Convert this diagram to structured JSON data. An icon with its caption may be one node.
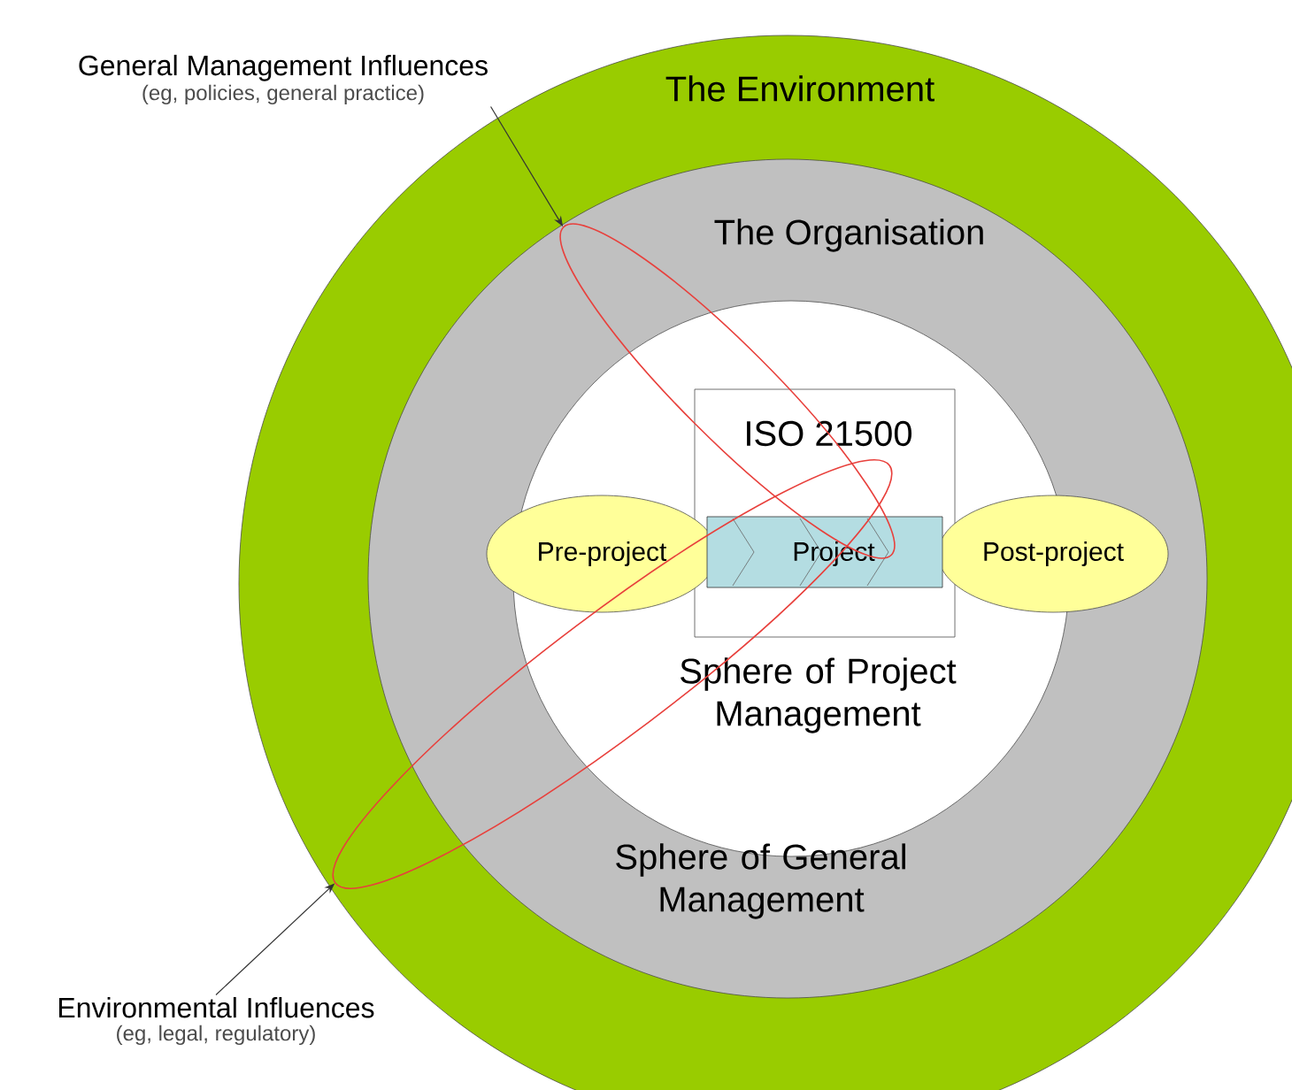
{
  "diagram": {
    "nodes": [
      {
        "text": [
          "The Environment"
        ]
      },
      {
        "text": [
          "The Organisation",
          "Sphere of General Management"
        ],
        "in": 0
      },
      {
        "text": [
          "Sphere of Project Management"
        ],
        "in": 1
      },
      {
        "text": [
          "ISO 21500"
        ],
        "in": 2
      },
      {
        "text": [
          "Pre-project"
        ],
        "in": 1
      },
      {
        "text": [
          "Project"
        ],
        "in": 3
      },
      {
        "text": [
          "Post-project"
        ],
        "in": 1
      },
      {
        "text": [
          "General Management Influences",
          "(eg, policies, general practice)"
        ]
      },
      {
        "text": [
          "Environmental Influences",
          "(eg, legal, regulatory)"
        ]
      },
      {
        "text": [],
        "shape": "ellipse",
        "in": 1
      },
      {
        "text": [],
        "shape": "ellipse",
        "in": 0
      }
    ],
    "edges": [
      {
        "from": 7,
        "to": 9,
        "arrow": "to"
      },
      {
        "from": 8,
        "to": 10,
        "arrow": "to"
      }
    ]
  }
}
